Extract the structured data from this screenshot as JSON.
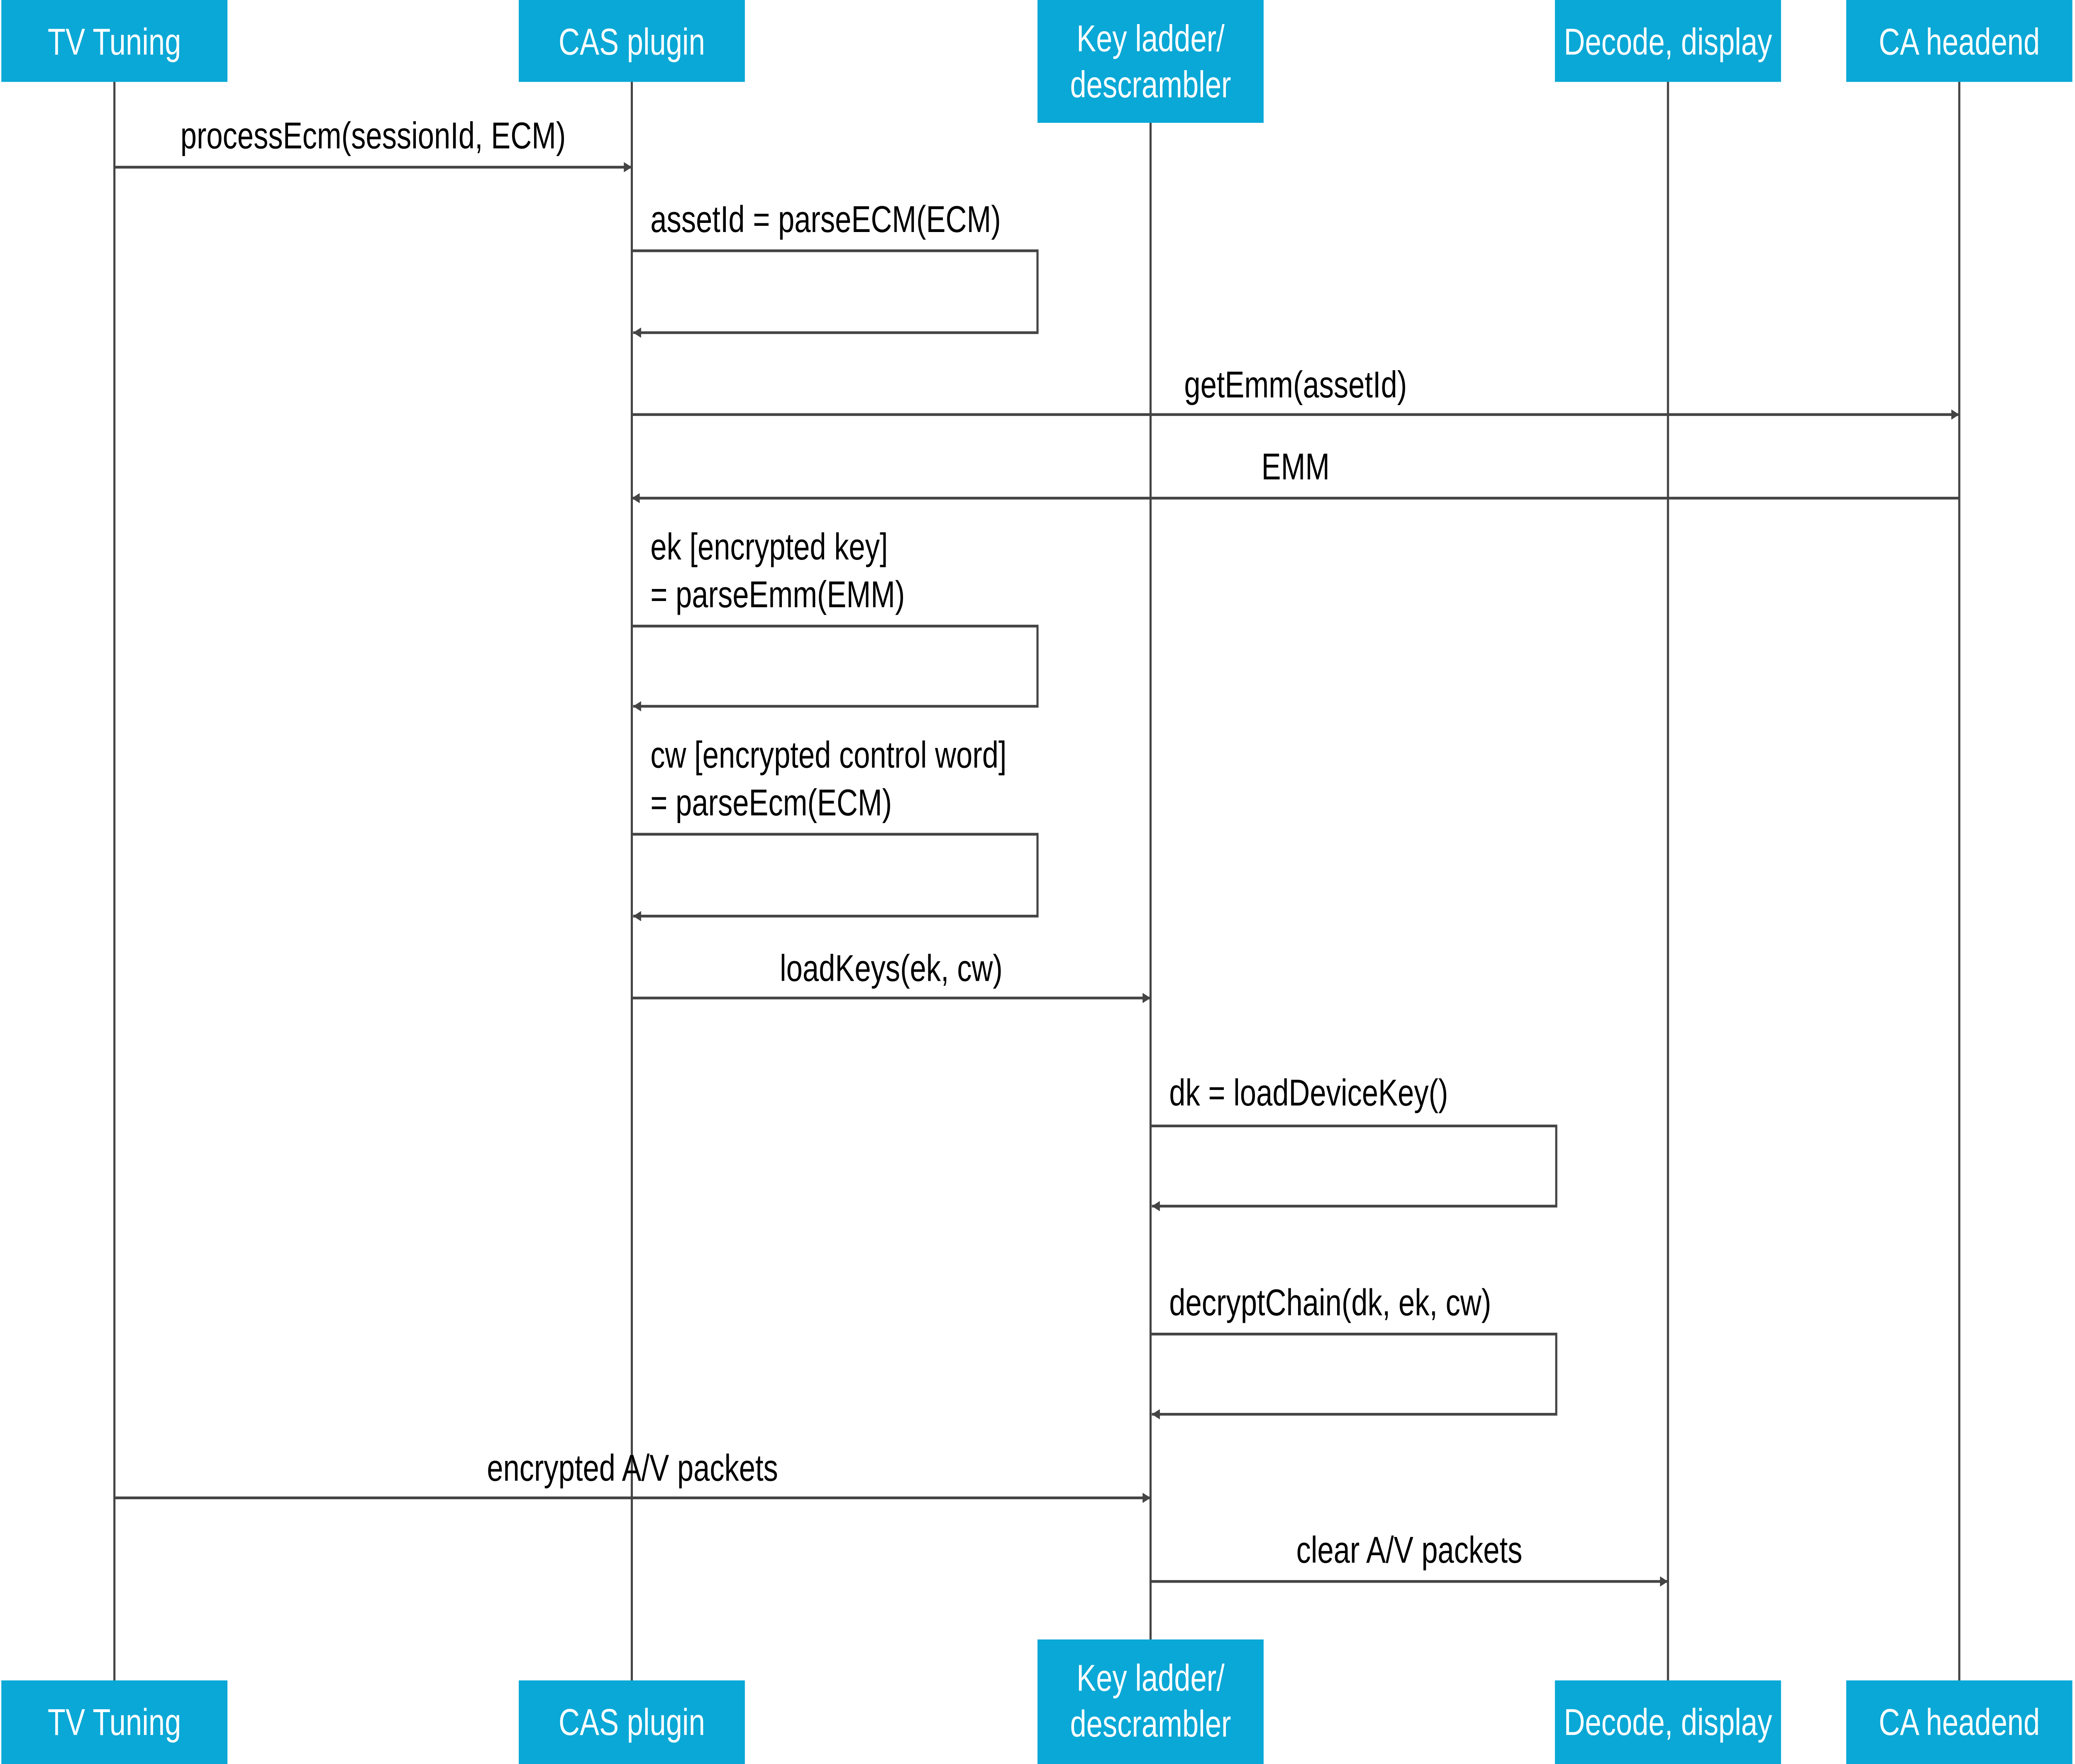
{
  "colors": {
    "header_fill": "#0aa8d6",
    "line": "#444444",
    "header_text": "#ffffff",
    "label_text": "#000000"
  },
  "participants": [
    {
      "id": "tv",
      "label": [
        "TV Tuning"
      ]
    },
    {
      "id": "cas",
      "label": [
        "CAS plugin"
      ]
    },
    {
      "id": "key",
      "label": [
        "Key ladder/",
        "descrambler"
      ]
    },
    {
      "id": "dec",
      "label": [
        "Decode, display"
      ]
    },
    {
      "id": "ca",
      "label": [
        "CA headend"
      ]
    }
  ],
  "messages": [
    {
      "from": "tv",
      "to": "cas",
      "label": [
        "processEcm(sessionId, ECM)"
      ]
    },
    {
      "from": "cas",
      "to": "cas",
      "label": [
        "assetId = parseECM(ECM)"
      ]
    },
    {
      "from": "cas",
      "to": "ca",
      "label": [
        "getEmm(assetId)"
      ]
    },
    {
      "from": "ca",
      "to": "cas",
      "label": [
        "EMM"
      ]
    },
    {
      "from": "cas",
      "to": "cas",
      "label": [
        "ek [encrypted key]",
        "= parseEmm(EMM)"
      ]
    },
    {
      "from": "cas",
      "to": "cas",
      "label": [
        "cw [encrypted control word]",
        "= parseEcm(ECM)"
      ]
    },
    {
      "from": "cas",
      "to": "key",
      "label": [
        "loadKeys(ek, cw)"
      ]
    },
    {
      "from": "key",
      "to": "key",
      "label": [
        "dk = loadDeviceKey()"
      ]
    },
    {
      "from": "key",
      "to": "key",
      "label": [
        "decryptChain(dk, ek, cw)"
      ]
    },
    {
      "from": "tv",
      "to": "key",
      "label": [
        "encrypted A/V packets"
      ]
    },
    {
      "from": "key",
      "to": "dec",
      "label": [
        "clear A/V packets"
      ]
    }
  ]
}
